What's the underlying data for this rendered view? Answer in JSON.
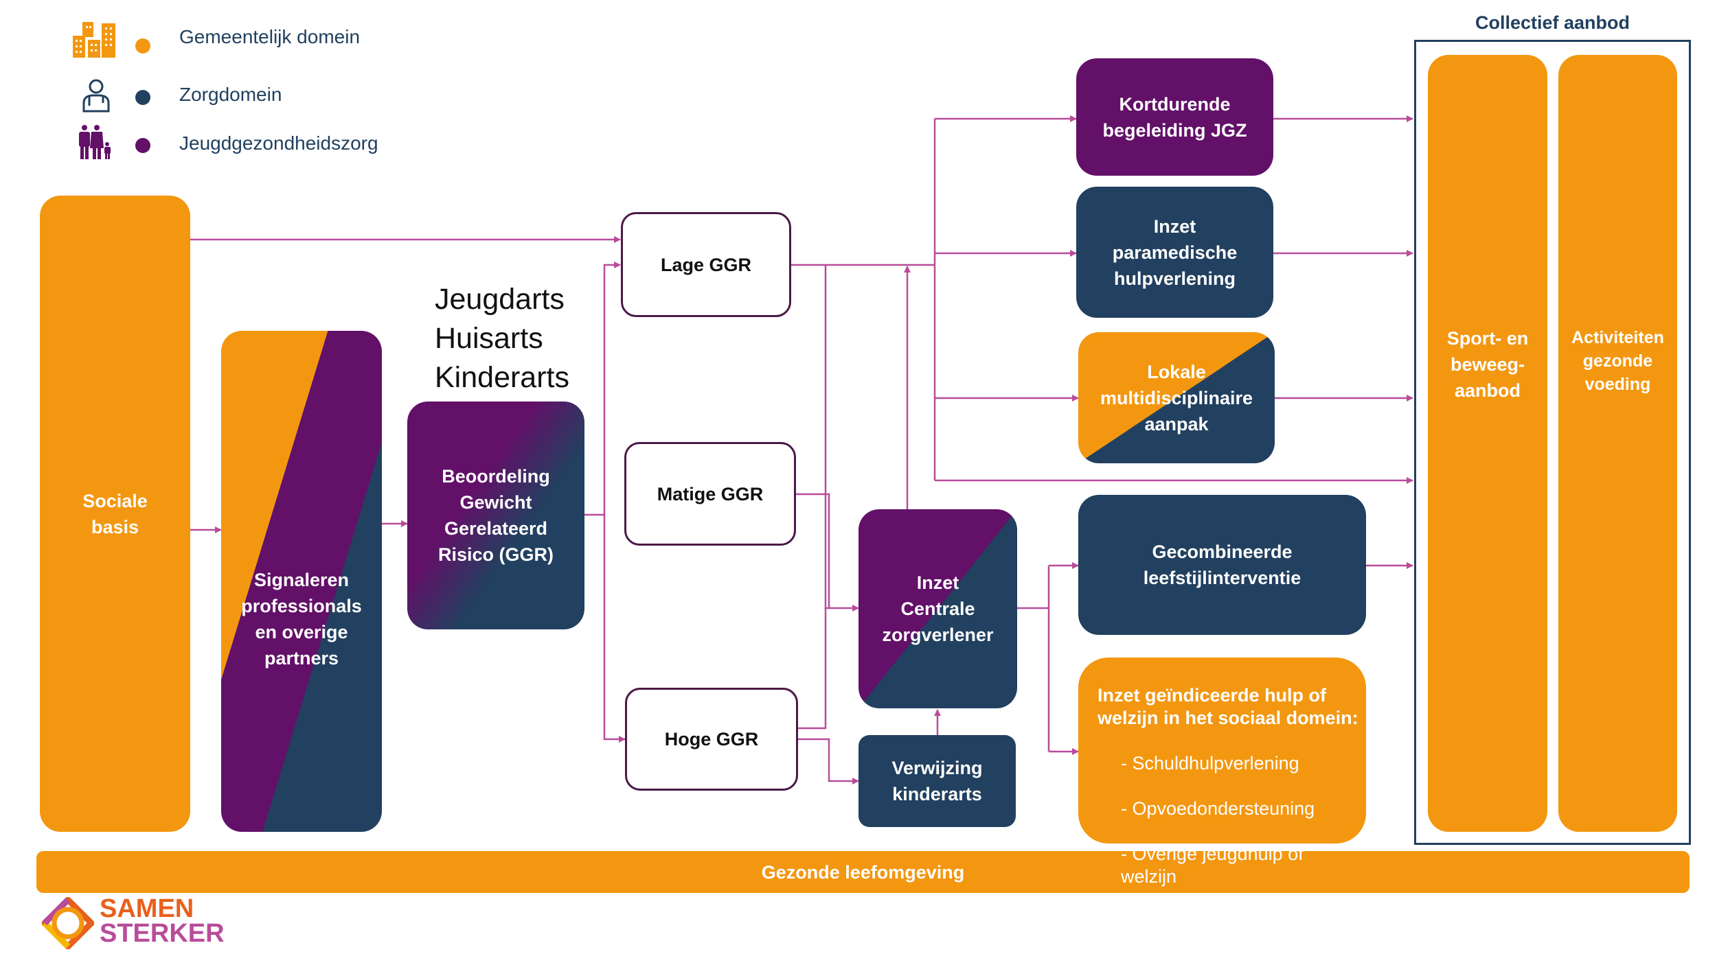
{
  "legend": [
    {
      "icon": "buildings-icon",
      "label": "Gemeentelijk domein",
      "color": "#f39711"
    },
    {
      "icon": "doctor-icon",
      "label": "Zorgdomein",
      "color": "#22405f"
    },
    {
      "icon": "family-icon",
      "label": "Jeugdgezondheidszorg",
      "color": "#621068"
    }
  ],
  "colors": {
    "orange": "#f39711",
    "navy": "#22405f",
    "purple": "#621068",
    "connector": "#b84c9a"
  },
  "nodes": {
    "sociale_basis": "Sociale\nbasis",
    "signaleren": "Signaleren\nprofessionals\nen overige\npartners",
    "artsen": "Jeugdarts\nHuisarts\nKinderarts",
    "beoordeling": "Beoordeling\nGewicht\nGerelateerd\nRisico (GGR)",
    "lage": "Lage GGR",
    "matige": "Matige GGR",
    "hoge": "Hoge GGR",
    "centrale": "Inzet\nCentrale\nzorgverlener",
    "verwijzing": "Verwijzing\nkinderarts",
    "kortdurende": "Kortdurende\nbegeleiding JGZ",
    "paramedisch": "Inzet\nparamedische\nhulpverlening",
    "lokale": "Lokale\nmultidisciplinaire\naanpak",
    "gecombineerde": "Gecombineerde\nleefstijlinterventie",
    "geindiceerd": {
      "title": "Inzet geïndiceerde hulp of welzijn in het sociaal domein:",
      "items": [
        "- Schuldhulpverlening",
        "- Opvoedondersteuning",
        "-  Overige jeugdhulp of\n   welzijn"
      ]
    }
  },
  "collectief": {
    "title": "Collectief aanbod",
    "sport": "Sport- en\nbeweeg-\naanbod",
    "voeding": "Activiteiten\ngezonde\nvoeding"
  },
  "footer_bar": "Gezonde leefomgeving",
  "logo": {
    "line1": "SAMEN",
    "line2": "STERKER"
  }
}
